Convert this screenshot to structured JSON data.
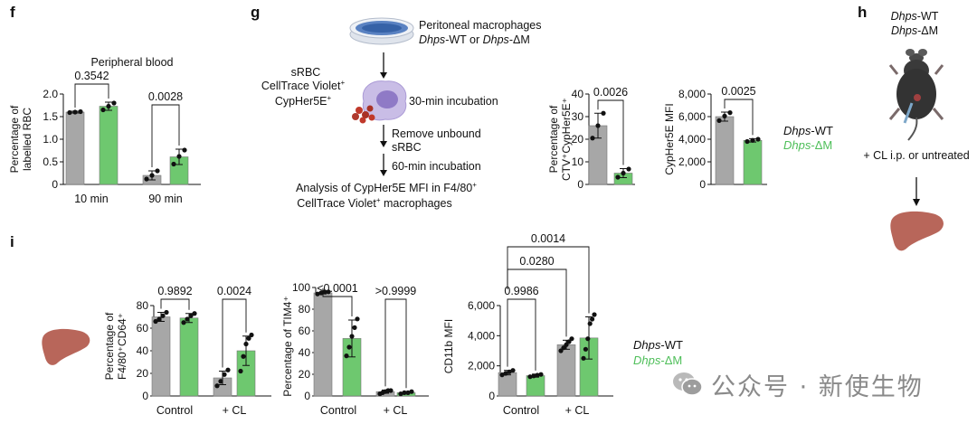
{
  "panels": {
    "f": "f",
    "g": "g",
    "h": "h",
    "i": "i"
  },
  "colors": {
    "wt": "#a7a7a7",
    "dm": "#6ec86f",
    "dm_text": "#4fbf5a",
    "liver": "#b8665a",
    "dish": "#3f6fb8"
  },
  "g_schematic": {
    "dish_line1": "Peritoneal macrophages",
    "dish_line2_a": "Dhps",
    "dish_line2_b": "-WT or ",
    "dish_line2_c": "Dhps",
    "dish_line2_d": "-ΔM",
    "srbc_line1": "sRBC",
    "srbc_line2": "CellTrace Violet",
    "srbc_line2_sup": "+",
    "srbc_line3": "CypHer5E",
    "srbc_line3_sup": "+",
    "step1": "30-min incubation",
    "step2a": "Remove unbound",
    "step2b": "sRBC",
    "step3": "60-min incubation",
    "result1": "Analysis of CypHer5E MFI in F4/80",
    "result1_sup": "+",
    "result2a": "CellTrace Violet",
    "result2_sup": "+",
    "result2b": " macrophages"
  },
  "h_schematic": {
    "label1_a": "Dhps",
    "label1_b": "-WT",
    "label2_a": "Dhps",
    "label2_b": "-ΔM",
    "treatment": "+ CL i.p. or untreated"
  },
  "legend": {
    "wt_a": "Dhps",
    "wt_b": "-WT",
    "dm_a": "Dhps",
    "dm_b": "-ΔM"
  },
  "watermark": "公众号 · 新使生物",
  "chart_data": [
    {
      "id": "f",
      "type": "bar",
      "title": "Peripheral blood",
      "ylabel_lines": [
        "Percentage of",
        "labelled RBC"
      ],
      "ylim": [
        0,
        2.0
      ],
      "yticks": [
        "0",
        "0.5",
        "1.0",
        "1.5",
        "2.0"
      ],
      "categories": [
        "10 min",
        "90 min"
      ],
      "series": [
        {
          "values": [
            1.6,
            0.2
          ],
          "err": [
            0.02,
            0.1
          ],
          "points": [
            [
              1.59,
              1.6,
              1.61
            ],
            [
              0.12,
              0.2,
              0.3
            ]
          ]
        },
        {
          "values": [
            1.73,
            0.61
          ],
          "err": [
            0.09,
            0.17
          ],
          "points": [
            [
              1.65,
              1.73,
              1.8
            ],
            [
              0.45,
              0.62,
              0.76
            ]
          ]
        }
      ],
      "pvalues": [
        "0.3542",
        "0.0028"
      ]
    },
    {
      "id": "g1",
      "type": "bar",
      "ylabel_lines": [
        "Percentage of",
        "CTV⁺CypHer5E⁺"
      ],
      "ylim": [
        0,
        40
      ],
      "yticks": [
        "0",
        "10",
        "20",
        "30",
        "40"
      ],
      "categories": [
        ""
      ],
      "series": [
        {
          "values": [
            26
          ],
          "err": [
            5.5
          ],
          "points": [
            [
              20.5,
              26,
              31.5
            ]
          ]
        },
        {
          "values": [
            5
          ],
          "err": [
            2.0
          ],
          "points": [
            [
              3.2,
              5,
              6.8
            ]
          ]
        }
      ],
      "pvalues": [
        "0.0026"
      ]
    },
    {
      "id": "g2",
      "type": "bar",
      "ylabel_lines": [
        "CypHer5E MFI"
      ],
      "ylim": [
        0,
        8000
      ],
      "yticks": [
        "0",
        "2,000",
        "4,000",
        "6,000",
        "8,000"
      ],
      "categories": [
        ""
      ],
      "series": [
        {
          "values": [
            6000
          ],
          "err": [
            400
          ],
          "points": [
            [
              5650,
              6050,
              6350
            ]
          ]
        },
        {
          "values": [
            3900
          ],
          "err": [
            150
          ],
          "points": [
            [
              3800,
              3900,
              4000
            ]
          ]
        }
      ],
      "pvalues": [
        "0.0025"
      ]
    },
    {
      "id": "i1",
      "type": "bar",
      "ylabel_lines": [
        "Percentage of",
        "F4/80⁺CD64⁺"
      ],
      "ylim": [
        0,
        80
      ],
      "yticks": [
        "0",
        "20",
        "40",
        "60",
        "80"
      ],
      "categories": [
        "Control",
        "+ CL"
      ],
      "series": [
        {
          "values": [
            70,
            16
          ],
          "err": [
            4,
            6
          ],
          "points": [
            [
              66,
              68,
              71,
              74
            ],
            [
              9,
              13,
              19,
              23
            ]
          ]
        },
        {
          "values": [
            69,
            40
          ],
          "err": [
            4,
            13
          ],
          "points": [
            [
              65,
              68,
              71,
              73
            ],
            [
              22,
              35,
              46,
              51,
              54
            ]
          ]
        }
      ],
      "pvalues": [
        "0.9892",
        "0.0024"
      ]
    },
    {
      "id": "i2",
      "type": "bar",
      "ylabel_lines": [
        "Percentage of TIM4⁺"
      ],
      "ylim": [
        0,
        100
      ],
      "yticks": [
        "0",
        "20",
        "40",
        "60",
        "80",
        "100"
      ],
      "categories": [
        "Control",
        "+ CL"
      ],
      "series": [
        {
          "values": [
            95,
            4
          ],
          "err": [
            1,
            1.5
          ],
          "points": [
            [
              94,
              95,
              96,
              96
            ],
            [
              2,
              3,
              4,
              5,
              5
            ]
          ]
        },
        {
          "values": [
            53,
            3
          ],
          "err": [
            17,
            1
          ],
          "points": [
            [
              37,
              45,
              55,
              63,
              71
            ],
            [
              2,
              3,
              3,
              4
            ]
          ]
        }
      ],
      "pvalues": [
        "<0.0001",
        ">0.9999"
      ]
    },
    {
      "id": "i3",
      "type": "bar",
      "ylabel_lines": [
        "CD11b MFI"
      ],
      "ylim": [
        0,
        6000
      ],
      "yticks": [
        "0",
        "2,000",
        "4,000",
        "6,000"
      ],
      "categories": [
        "Control",
        "+ CL"
      ],
      "series": [
        {
          "values": [
            1550,
            3400
          ],
          "err": [
            150,
            300
          ],
          "points": [
            [
              1400,
              1500,
              1600,
              1700
            ],
            [
              3000,
              3200,
              3400,
              3600,
              3800
            ]
          ]
        },
        {
          "values": [
            1350,
            3850
          ],
          "err": [
            100,
            1400
          ],
          "points": [
            [
              1280,
              1330,
              1380,
              1430
            ],
            [
              2500,
              3100,
              3800,
              4800,
              5100,
              5400
            ]
          ]
        }
      ],
      "pvalues": [
        "0.9986",
        "0.0280",
        "0.0014"
      ]
    }
  ]
}
